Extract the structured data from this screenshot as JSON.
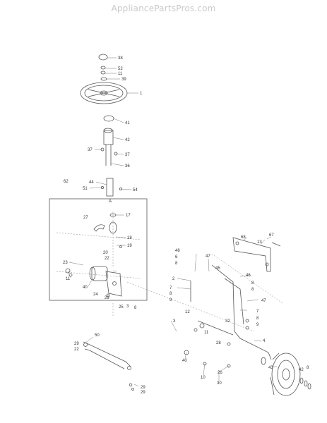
{
  "watermark": "AppliancePartsPros.com",
  "callouts": [
    "38",
    "52",
    "11",
    "39",
    "1",
    "41",
    "42",
    "37",
    "37",
    "36",
    "62",
    "44",
    "51",
    "54",
    "A",
    "17",
    "27",
    "18",
    "19",
    "20",
    "22",
    "23",
    "11",
    "40",
    "24",
    "29",
    "25",
    "3",
    "8",
    "48",
    "6",
    "8",
    "47",
    "2",
    "7",
    "8",
    "9",
    "45",
    "46",
    "8",
    "8",
    "47",
    "12",
    "3",
    "11",
    "68",
    "67",
    "13",
    "32",
    "7",
    "8",
    "9",
    "28",
    "4",
    "43",
    "42",
    "8",
    "50",
    "29",
    "22",
    "40",
    "10",
    "26",
    "30",
    "29",
    "29"
  ]
}
